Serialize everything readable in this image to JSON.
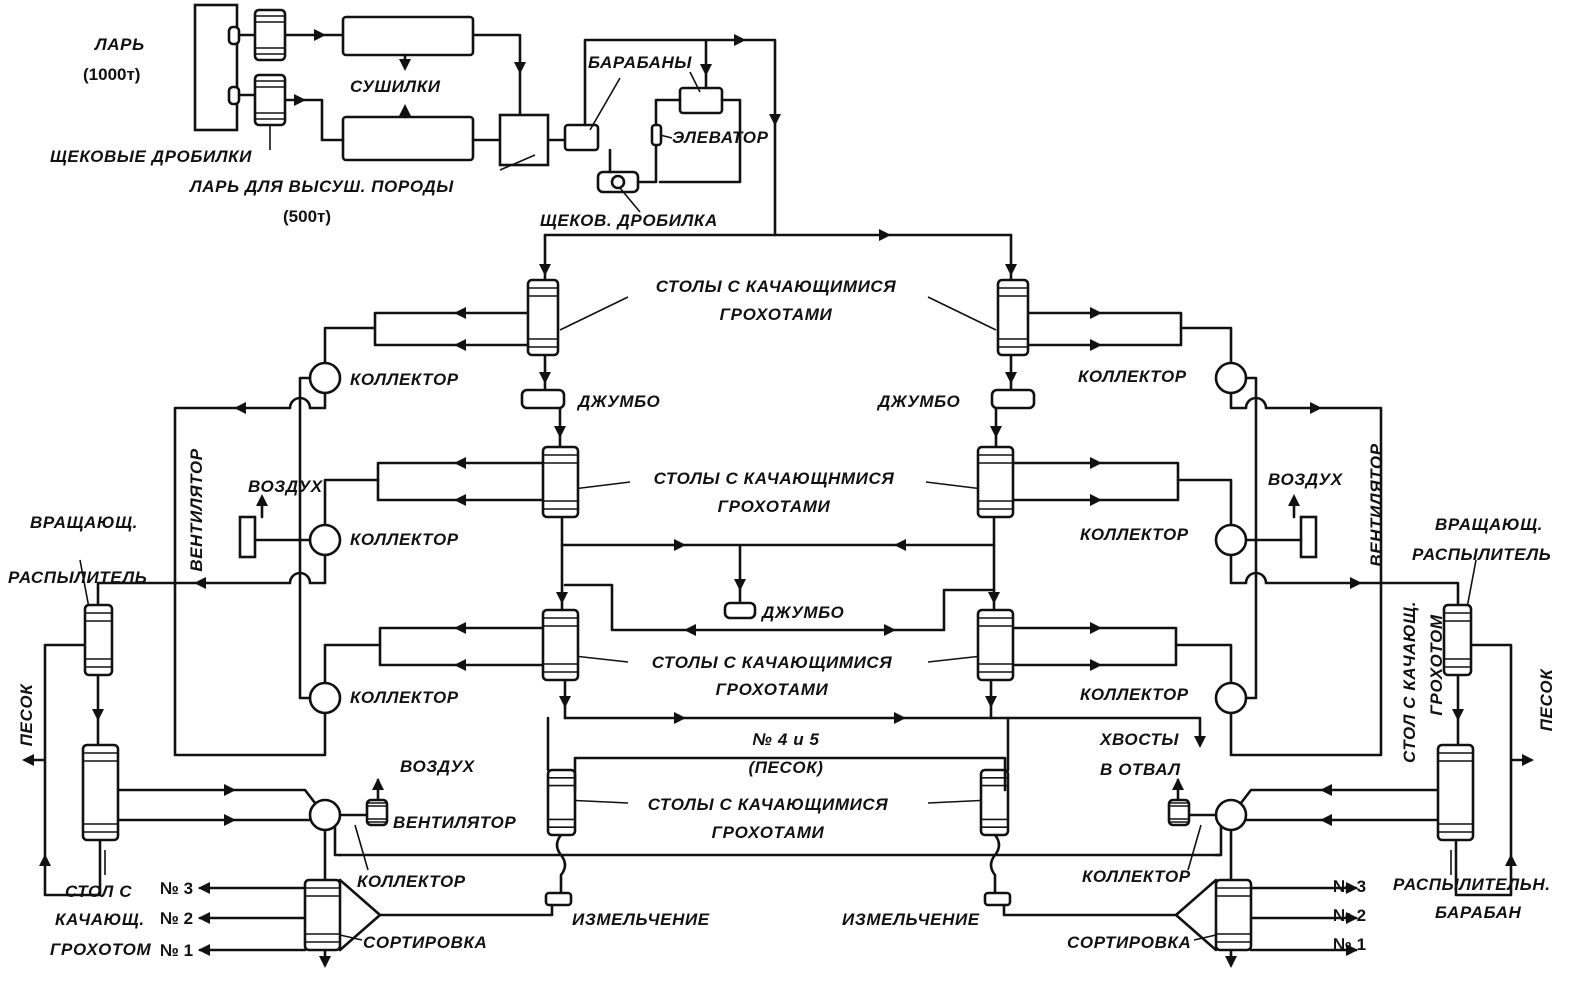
{
  "top": {
    "bin": "ЛАРЬ",
    "bin_capacity": "(1000т)",
    "dryers": "СУШИЛКИ",
    "jaw_crushers": "ЩЕКОВЫЕ ДРОБИЛКИ",
    "dried_rock_bin": "ЛАРЬ ДЛЯ ВЫСУШ. ПОРОДЫ",
    "dried_rock_bin_capacity": "(500т)",
    "drums": "БАРАБАНЫ",
    "elevator": "ЭЛЕВАТОР",
    "jaw_crusher": "ЩЕКОВ. ДРОБИЛКА"
  },
  "tables": [
    {
      "line1": "СТОЛЫ С КАЧАЮЩИМИСЯ",
      "line2": "ГРОХОТАМИ"
    },
    {
      "line1": "СТОЛЫ С КАЧАЮЩНМИСЯ",
      "line2": "ГРОХОТАМИ"
    },
    {
      "line1": "СТОЛЫ С КАЧАЮЩИМИСЯ",
      "line2": "ГРОХОТАМИ"
    },
    {
      "line1": "СТОЛЫ С КАЧАЮЩИМИСЯ",
      "line2": "ГРОХОТАМИ"
    }
  ],
  "labels": {
    "collector": "КОЛЛЕКТОР",
    "jumbo": "ДЖУМБО",
    "fan": "ВЕНТИЛЯТОР",
    "air": "ВОЗДУХ",
    "rotary_sprayer_1": "ВРАЩАЮЩ.",
    "rotary_sprayer_2": "РАСПЫЛИТЕЛЬ",
    "sand": "ПЕСОК",
    "single_table_1": "СТОЛ С",
    "single_table_2": "КАЧАЮЩ.",
    "single_table_3": "ГРОХОТОМ",
    "single_table_vertical": "СТОЛ С КАЧАЮЩ.",
    "grinding": "ИЗМЕЛЬЧЕНИЕ",
    "sorting": "СОРТИРОВКА",
    "grades": [
      "№ 3",
      "№ 2",
      "№ 1"
    ],
    "sand_fractions_1": "№ 4 и 5",
    "sand_fractions_2": "(ПЕСОК)",
    "tailings_1": "ХВОСТЫ",
    "tailings_2": "В ОТВАЛ",
    "spray_drum_1": "РАСПЫЛИТЕЛЬН.",
    "spray_drum_2": "БАРАБАН"
  },
  "colors": {
    "ink": "#111111",
    "paper": "#ffffff"
  }
}
